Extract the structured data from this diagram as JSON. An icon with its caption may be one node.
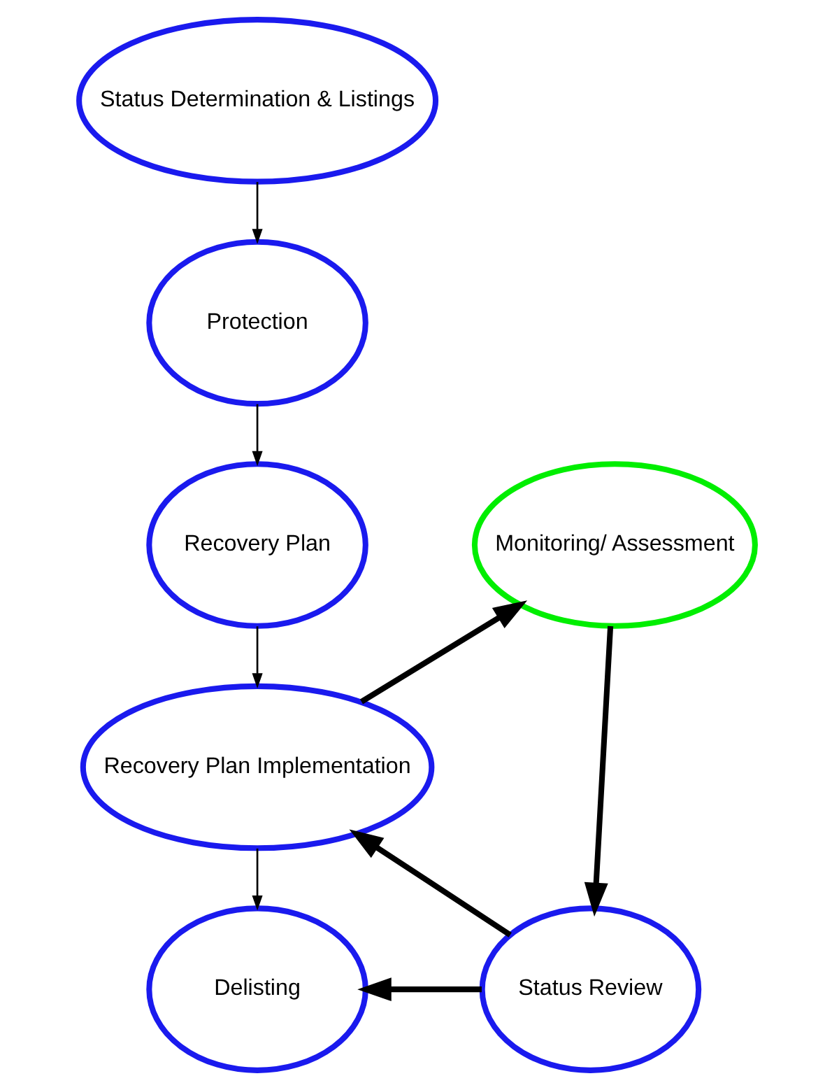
{
  "diagram": {
    "nodes": [
      {
        "text": [
          "Status Determination & Listings"
        ]
      },
      {
        "text": [
          "Protection"
        ]
      },
      {
        "text": [
          "Recovery Plan"
        ]
      },
      {
        "text": [
          "Recovery Plan Implementation"
        ]
      },
      {
        "text": [
          "Delisting"
        ]
      },
      {
        "text": [
          "Monitoring/ Assessment"
        ]
      },
      {
        "text": [
          "Status Review"
        ]
      }
    ],
    "edges": [
      {
        "from": 0,
        "to": 1,
        "arrow": "to"
      },
      {
        "from": 1,
        "to": 2,
        "arrow": "to"
      },
      {
        "from": 2,
        "to": 3,
        "arrow": "to"
      },
      {
        "from": 3,
        "to": 4,
        "arrow": "to"
      },
      {
        "from": 3,
        "to": 5,
        "arrow": "to",
        "style": "thick"
      },
      {
        "from": 5,
        "to": 6,
        "arrow": "to",
        "style": "thick"
      },
      {
        "from": 6,
        "to": 3,
        "arrow": "to",
        "style": "thick"
      },
      {
        "from": 6,
        "to": 4,
        "arrow": "to",
        "style": "thick"
      }
    ]
  }
}
